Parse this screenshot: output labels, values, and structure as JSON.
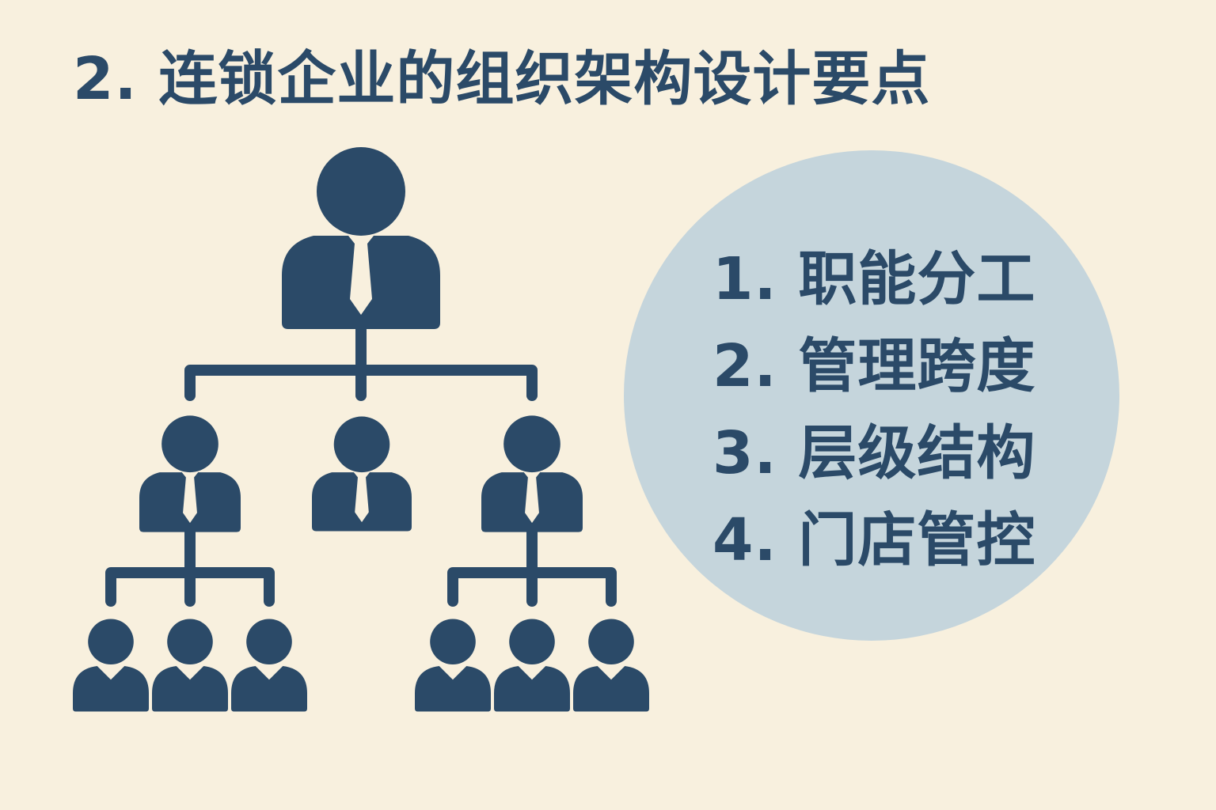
{
  "title": "2. 连锁企业的组织架构设计要点",
  "colors": {
    "background": "#f8f0de",
    "primary": "#2b4a68",
    "circle": "#c5d5dc"
  },
  "icons": {
    "person": "person-icon",
    "manager": "manager-icon"
  },
  "points": [
    "1. 职能分工",
    "2. 管理跨度",
    "3. 层级结构",
    "4. 门店管控"
  ]
}
